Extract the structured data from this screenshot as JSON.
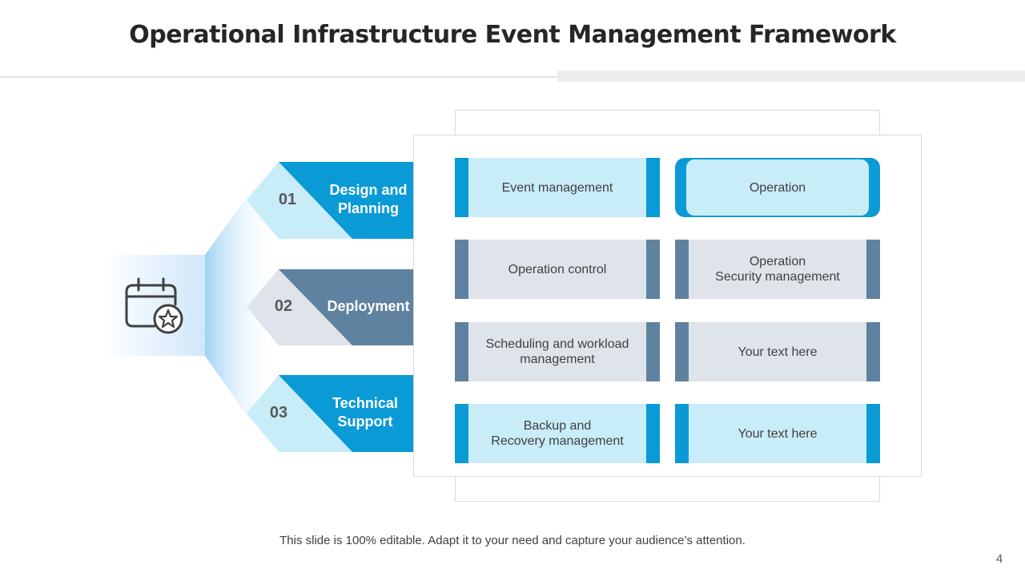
{
  "title": "Operational Infrastructure Event Management Framework",
  "colors": {
    "accent_blue": "#0a9ad6",
    "light_blue": "#c9ecf9",
    "slate": "#5f82a0",
    "light_grey": "#dfe4ea"
  },
  "icon": "calendar-star-icon",
  "steps": [
    {
      "number": "01",
      "label": "Design and\nPlanning",
      "color": "#0a9ad6"
    },
    {
      "number": "02",
      "label": "Deployment",
      "color": "#5f82a0"
    },
    {
      "number": "03",
      "label": "Technical\nSupport",
      "color": "#0a9ad6"
    }
  ],
  "grid": [
    {
      "text": "Event management",
      "style": "blue"
    },
    {
      "text": "Operation",
      "style": "rounded"
    },
    {
      "text": "Operation control",
      "style": "grey"
    },
    {
      "text": "Operation\nSecurity management",
      "style": "grey"
    },
    {
      "text": "Scheduling and workload\nmanagement",
      "style": "grey"
    },
    {
      "text": "Your text here",
      "style": "grey"
    },
    {
      "text": "Backup and\nRecovery management",
      "style": "blue"
    },
    {
      "text": "Your text here",
      "style": "blue"
    }
  ],
  "footer": "This slide is 100% editable. Adapt it to your need and capture your audience’s attention.",
  "page_number": "4"
}
